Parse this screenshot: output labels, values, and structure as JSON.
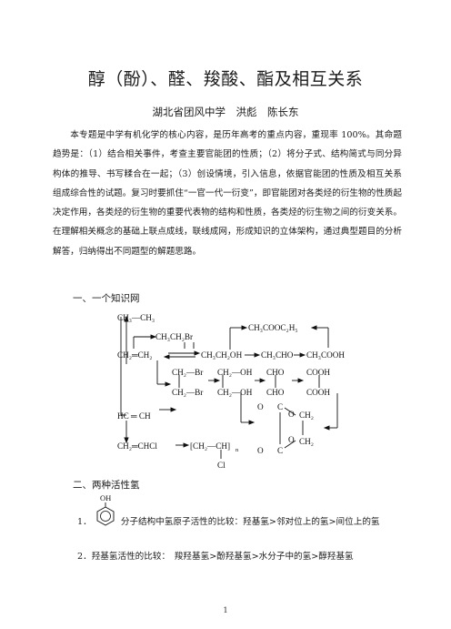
{
  "title": "醇（酚）、醛、羧酸、酯及相互关系",
  "author": "湖北省团风中学　洪彪　陈长东",
  "intro": "本专题是中学有机化学的核心内容，是历年高考的重点内容，重现率 100%。其命题趋势是：（1）结合相关事件，考查主要官能团的性质；（2）将分子式、结构简式与同分异构体的推导、书写糅合在一起；（3）创设情境，引入信息，依据官能团的性质及相互关系组成综合性的试题。复习时要抓住“一官一代一衍变”，即官能团对各类烃的衍生物的性质起决定作用，各类烃的衍生物的重要代表物的结构和性质，各类烃的衍生物之间的衍变关系。在理解相关概念的基础上联点成线，联线成网，形成知识的立体架构，通过典型题目的分析解答，归纳得出不同题型的解题思路。",
  "section1": "一、一个知识网",
  "section2": "二、两种活性氢",
  "network": {
    "ethane": "CH₃—CH₃",
    "bromoethane": "CH₃CH₂Br",
    "ethyl_acetate": "CH₃COOC₂H₅",
    "ethylene": "CH₂═CH₂",
    "ethanol": "CH₃CH₂OH",
    "acetaldehyde": "CH₃CHO",
    "acetic_acid": "CH₃COOH",
    "dibromo_top": "CH₂—Br",
    "dibromo_bottom": "CH₂—Br",
    "glycol_top": "CH₂—OH",
    "glycol_bottom": "CH₂—OH",
    "glyoxal_top": "CHO",
    "glyoxal_bottom": "CHO",
    "oxalic_top": "COOH",
    "oxalic_bottom": "COOH",
    "acetylene": "HC ═ CH",
    "vinyl_chloride": "CH₂═CHCl",
    "pvc_main": "[CH₂—CH]",
    "pvc_n": "n",
    "pvc_cl": "Cl",
    "ester_c_top": "C",
    "ester_c_bottom": "C",
    "ester_o_left": "O",
    "ester_o_top": "O",
    "ester_o_bottom": "O",
    "ester_o_right": "O",
    "ester_ch2_top": "CH₂",
    "ester_ch2_bottom": "CH₂"
  },
  "phenol_label": "OH",
  "item1_num": "1．",
  "item1_text": "分子结构中氢原子活性的比较：羟基氢>邻对位上的氢>间位上的氢",
  "item2": "2．羟基氢活性的比较：　羧羟基氢>酚羟基氢>水分子中的氢>醇羟基氢",
  "page_number": "1"
}
